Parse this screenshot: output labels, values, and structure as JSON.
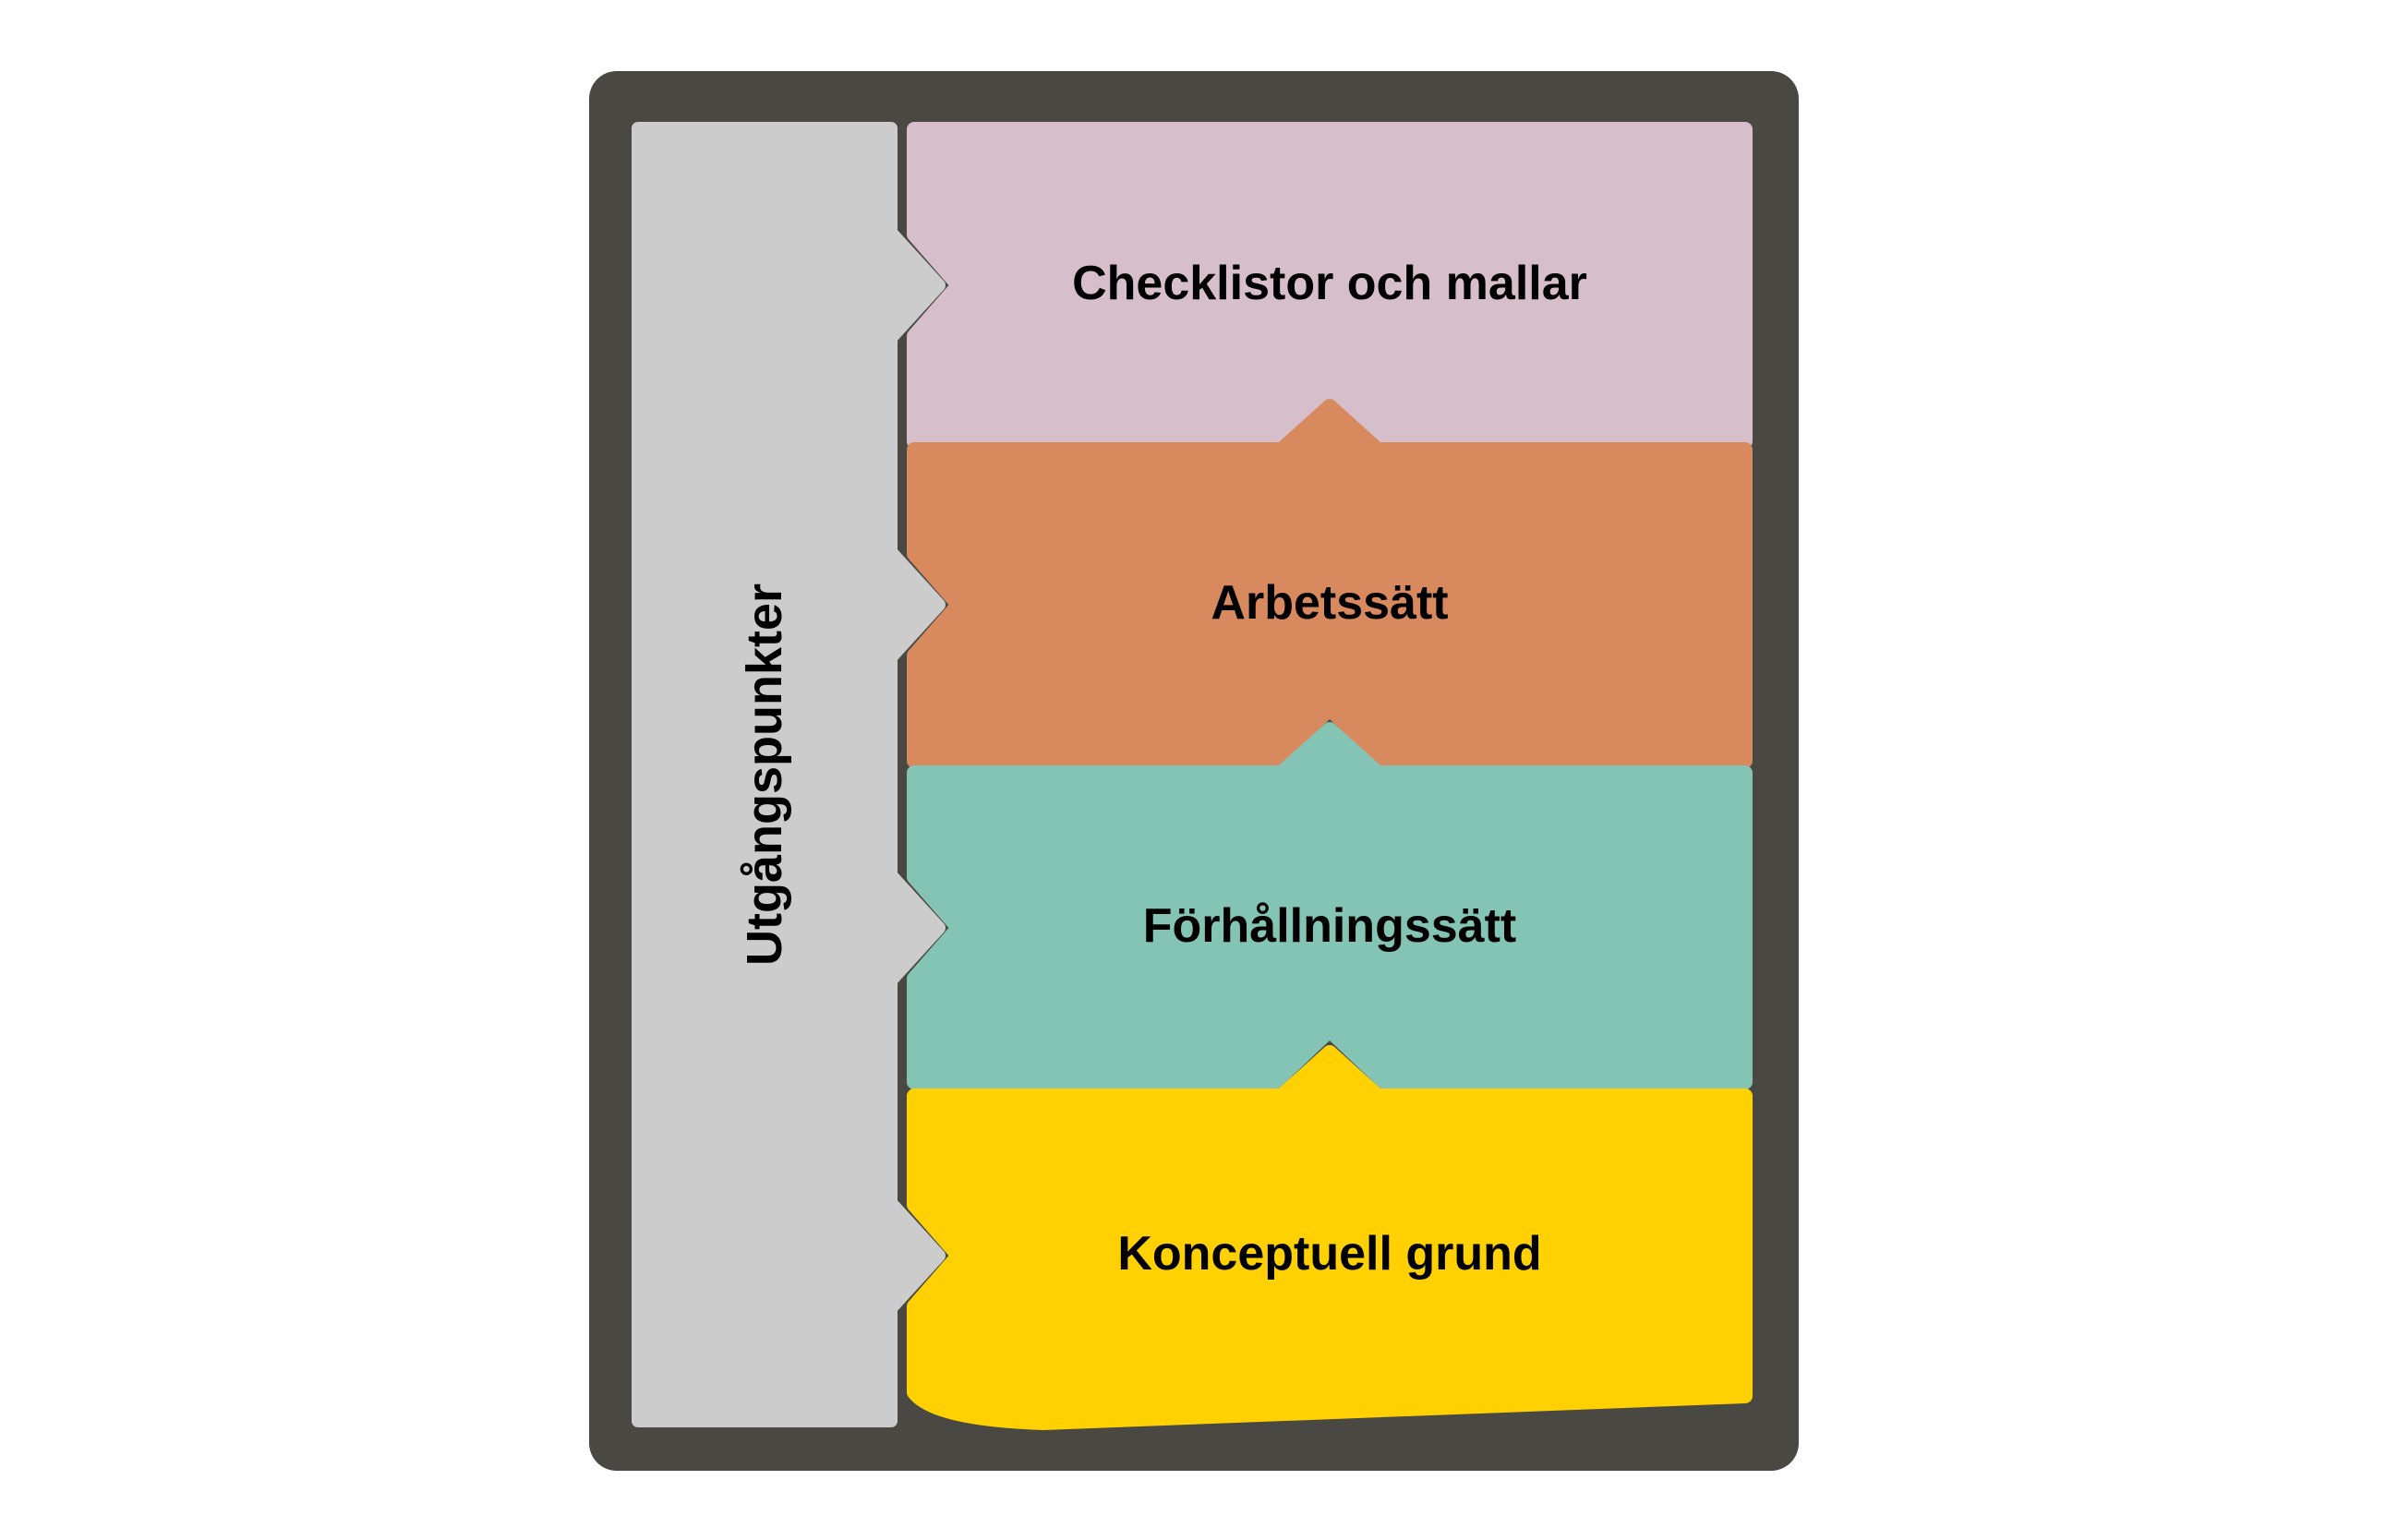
{
  "diagram": {
    "background_color": "#ffffff",
    "frame_color": "#4a4843",
    "text_color": "#000000",
    "sidebar": {
      "label": "Utgångspunkter",
      "color": "#cccccc"
    },
    "blocks": [
      {
        "label": "Checklistor och mallar",
        "color": "#d6becb"
      },
      {
        "label": "Arbetssätt",
        "color": "#d8895e"
      },
      {
        "label": "Förhållningssätt",
        "color": "#84c4b4"
      },
      {
        "label": "Konceptuell grund",
        "color": "#ffd103"
      }
    ]
  }
}
